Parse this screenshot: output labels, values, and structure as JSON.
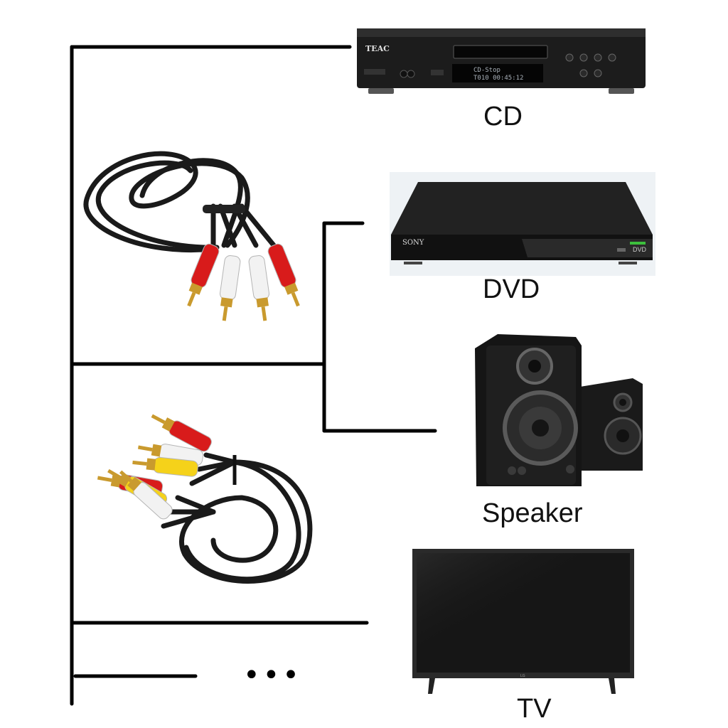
{
  "devices": {
    "cd": {
      "label": "CD",
      "brand": "TEAC",
      "display_line1": "CD-Stop",
      "display_line2": "T010 00:45:12"
    },
    "dvd": {
      "label": "DVD",
      "brand": "SONY",
      "logo": "DVD"
    },
    "speaker": {
      "label": "Speaker"
    },
    "tv": {
      "label": "TV",
      "brand": "LG"
    }
  },
  "cables": {
    "two_rca": {
      "plug_colors": [
        "#d81b1b",
        "#f2f2f2",
        "#f2f2f2",
        "#d81b1b"
      ]
    },
    "three_rca": {
      "plug_colors": [
        "#d81b1b",
        "#f2f2f2",
        "#f5d21a",
        "#d81b1b",
        "#f5d21a",
        "#f2f2f2"
      ]
    }
  },
  "more_indicator": "•••",
  "colors": {
    "line": "#000000",
    "cable": "#1a1a1a",
    "gold": "#c99a2e"
  }
}
